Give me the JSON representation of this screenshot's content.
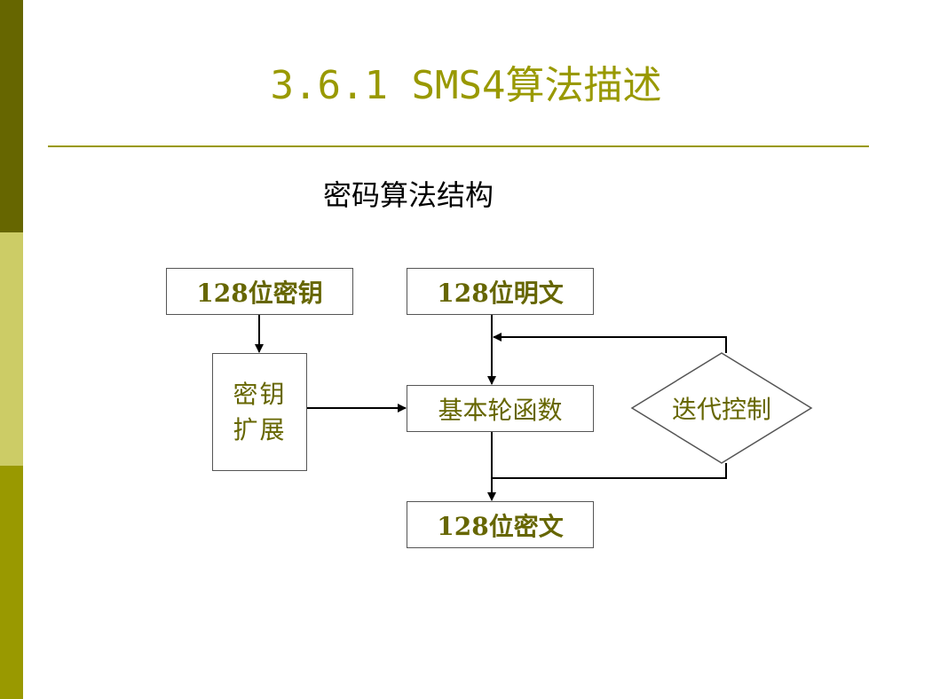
{
  "slide": {
    "title": "3.6.1 SMS4算法描述",
    "subtitle": "密码算法结构"
  },
  "diagram": {
    "key_box": "128位密钥",
    "plaintext_box": "128位明文",
    "key_expansion_box": "密钥扩展",
    "round_function_box": "基本轮函数",
    "iteration_control": "迭代控制",
    "ciphertext_box": "128位密文"
  },
  "colors": {
    "accent": "#999900",
    "accent_dark": "#666600",
    "accent_light": "#cccc66",
    "box_text": "#666600"
  }
}
